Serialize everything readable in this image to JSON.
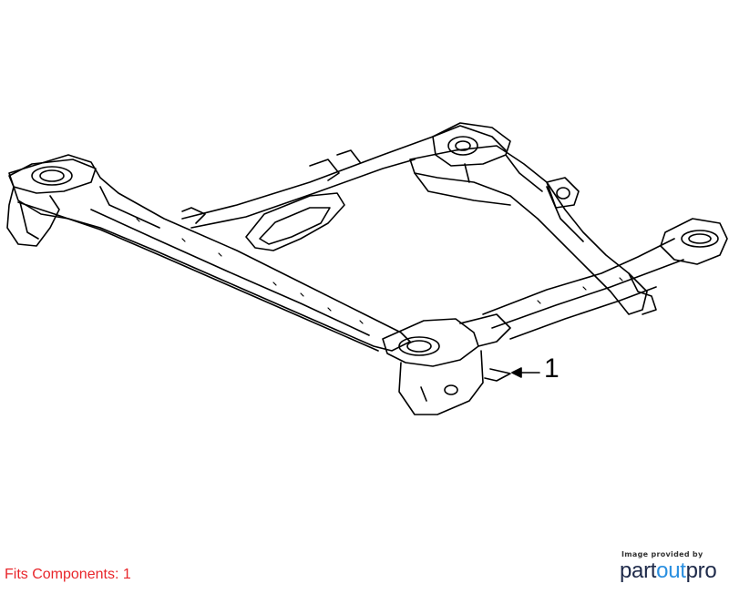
{
  "diagram": {
    "callouts": [
      {
        "label": "1"
      }
    ]
  },
  "footer": {
    "fits_label": "Fits Components: 1",
    "fits_color": "#e8262b"
  },
  "credit": {
    "caption": "Image provided by",
    "logo": {
      "part": "part",
      "out": "out",
      "pro": "pro",
      "accent_color": "#2a8fe0",
      "brand_color": "#1e2a4a"
    }
  }
}
